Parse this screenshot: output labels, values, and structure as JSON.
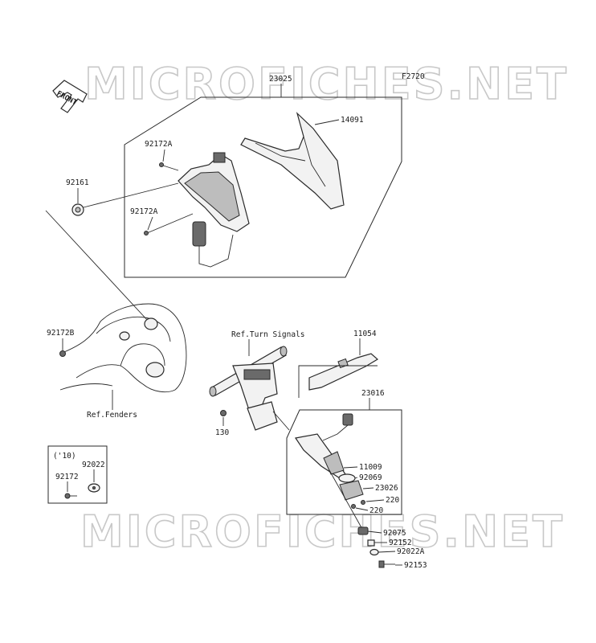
{
  "diagram": {
    "figure_code": "F2720",
    "watermark": "MICROFICHES.NET",
    "front_label": "FRONT",
    "labels": {
      "assy_23025": "23025",
      "p14091": "14091",
      "p92172A_top": "92172A",
      "p92161": "92161",
      "p92172A_bottom": "92172A",
      "p92172B": "92172B",
      "ref_turn_signals": "Ref.Turn Signals",
      "p11054": "11054",
      "ref_fenders": "Ref.Fenders",
      "p130": "130",
      "assy_23016": "23016",
      "year_10": "('10)",
      "p92022": "92022",
      "p92172": "92172",
      "p11009": "11009",
      "p92069": "92069",
      "p23026": "23026",
      "p220_a": "220",
      "p220_b": "220",
      "p92075": "92075",
      "p92152": "92152",
      "p92022A": "92022A",
      "p92153": "92153"
    }
  }
}
